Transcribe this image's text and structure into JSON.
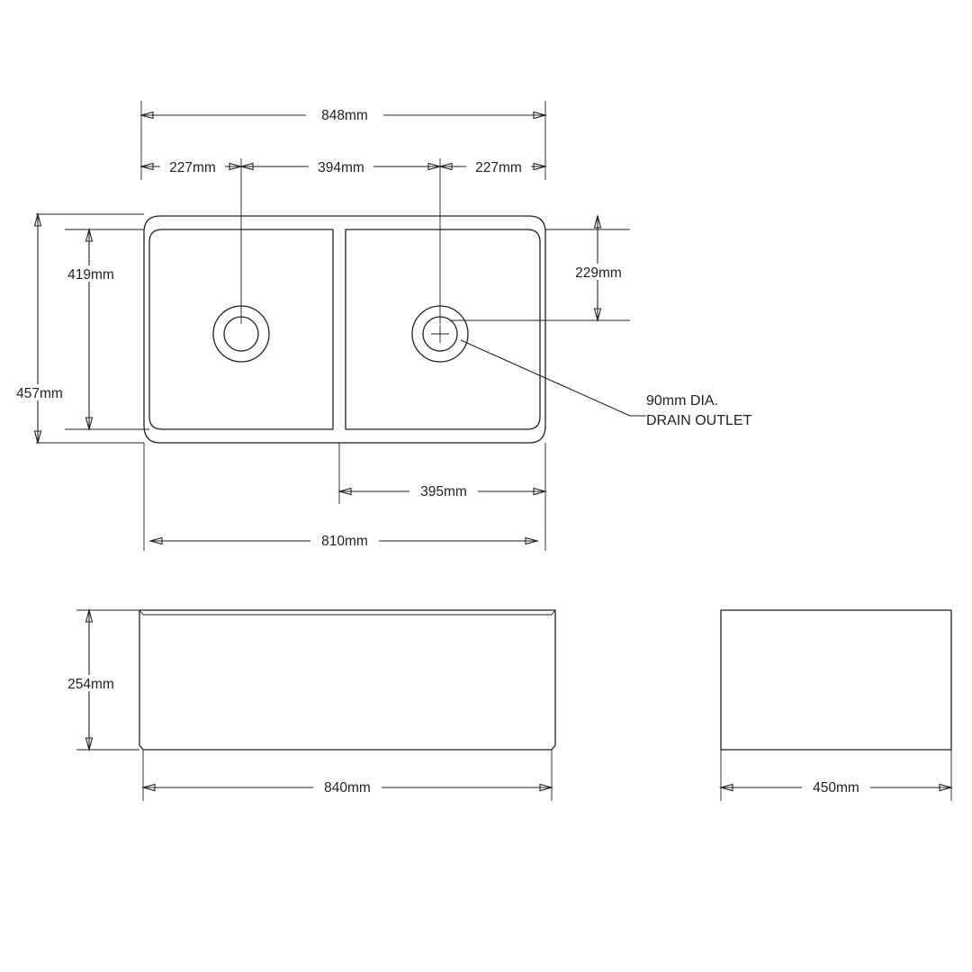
{
  "drawing": {
    "title": "Double bowl sink dimensional drawing",
    "units": "mm",
    "line_color": "#231f20",
    "background_color": "#ffffff",
    "views": {
      "plan": {
        "name": "plan-view",
        "dimensions": {
          "overall_width": "848mm",
          "left_offset": "227mm",
          "center_span": "394mm",
          "right_offset": "227mm",
          "bowl_depth_top": "419mm",
          "overall_depth": "457mm",
          "right_offset_vertical": "229mm",
          "bottom_inner": "395mm",
          "bottom_overall": "810mm"
        },
        "callout": {
          "line1": "90mm  DIA.",
          "line2": "DRAIN OUTLET"
        }
      },
      "front": {
        "name": "front-elevation",
        "dimensions": {
          "height": "254mm",
          "width": "840mm"
        }
      },
      "side": {
        "name": "side-elevation",
        "dimensions": {
          "width": "450mm"
        }
      }
    }
  }
}
